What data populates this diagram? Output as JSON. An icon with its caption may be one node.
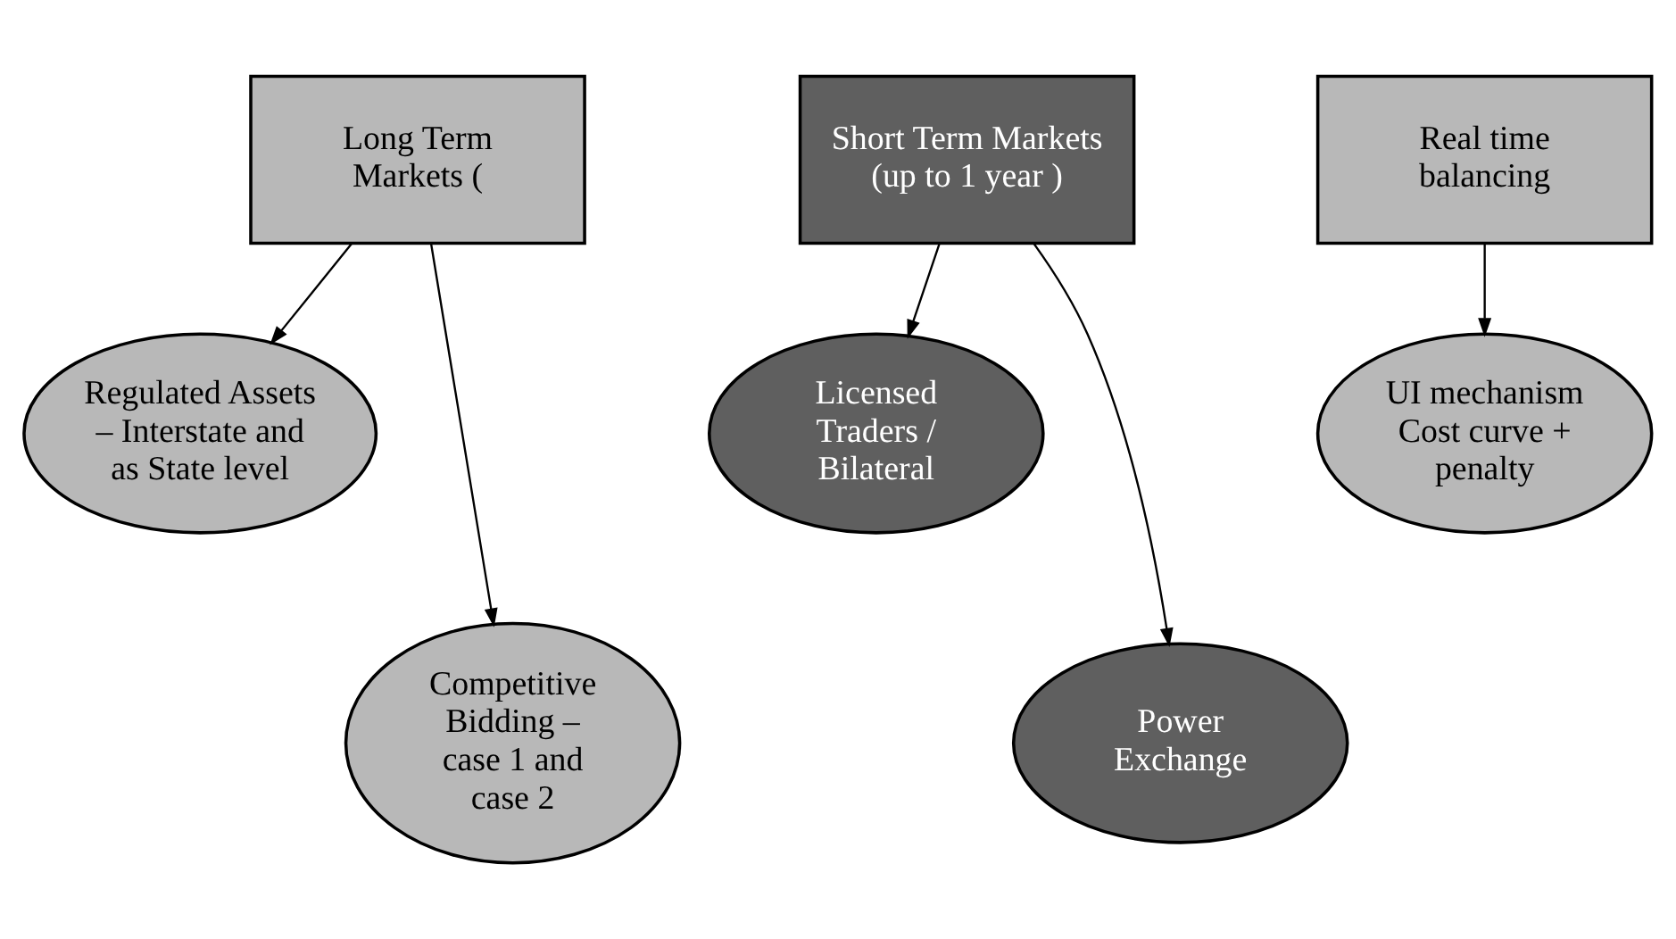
{
  "diagram": {
    "nodes": [
      {
        "text": [
          "Long Term Markets ("
        ]
      },
      {
        "text": [
          "Short Term Markets  (up to 1 year )"
        ]
      },
      {
        "text": [
          "Real time balancing"
        ]
      },
      {
        "text": [
          "Regulated Assets – Interstate and as State level"
        ]
      },
      {
        "text": [
          "Licensed Traders / Bilateral"
        ]
      },
      {
        "text": [
          "UI mechanism Cost curve + penalty"
        ]
      },
      {
        "text": [
          "Competitive Bidding – case 1 and case 2"
        ]
      },
      {
        "text": [
          "Power Exchange"
        ]
      }
    ],
    "edges": [
      {
        "from": 0,
        "to": 3,
        "arrow": "to"
      },
      {
        "from": 0,
        "to": 6,
        "arrow": "to"
      },
      {
        "from": 1,
        "to": 4,
        "arrow": "to"
      },
      {
        "from": 1,
        "to": 7,
        "arrow": "to"
      },
      {
        "from": 2,
        "to": 5,
        "arrow": "to"
      }
    ]
  }
}
